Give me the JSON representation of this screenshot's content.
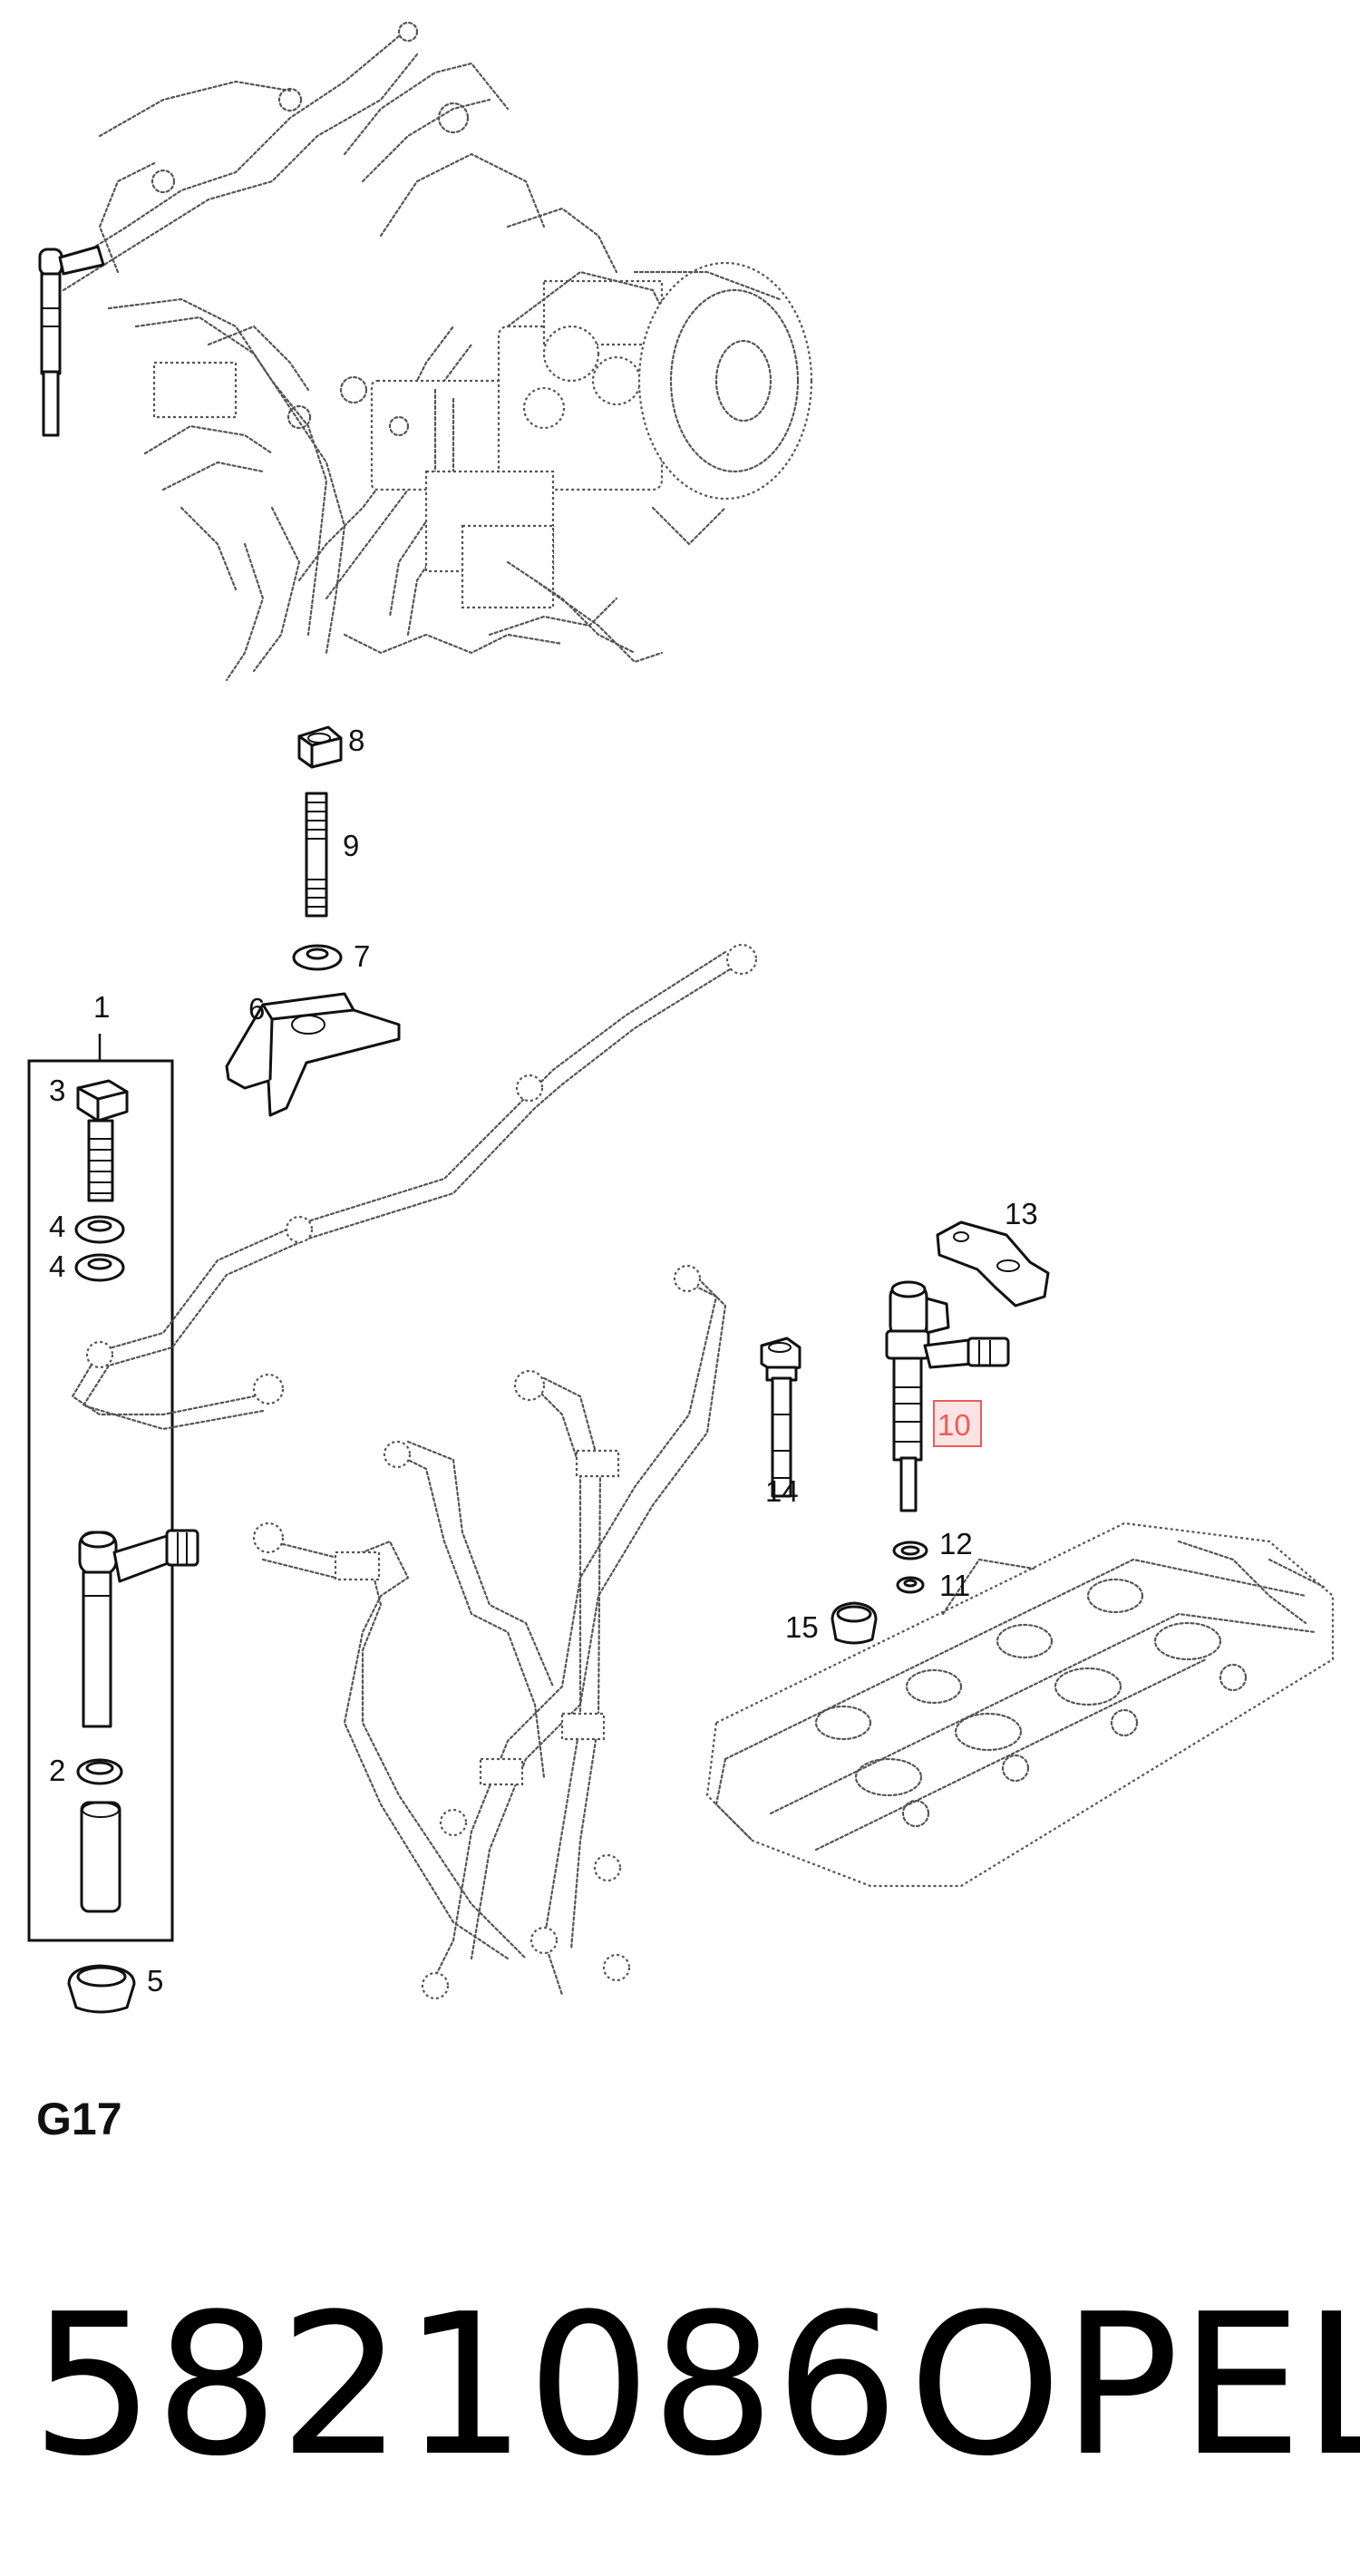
{
  "diagram": {
    "callouts": {
      "c1": "1",
      "c2": "2",
      "c3": "3",
      "c4a": "4",
      "c4b": "4",
      "c5": "5",
      "c6": "6",
      "c7": "7",
      "c8": "8",
      "c9": "9",
      "c10": "10",
      "c11": "11",
      "c12": "12",
      "c13": "13",
      "c14": "14",
      "c15": "15"
    },
    "group_code": "G17",
    "part_number": "5821086",
    "brand": "OPEL",
    "highlight_color": "#ef5a5a"
  }
}
